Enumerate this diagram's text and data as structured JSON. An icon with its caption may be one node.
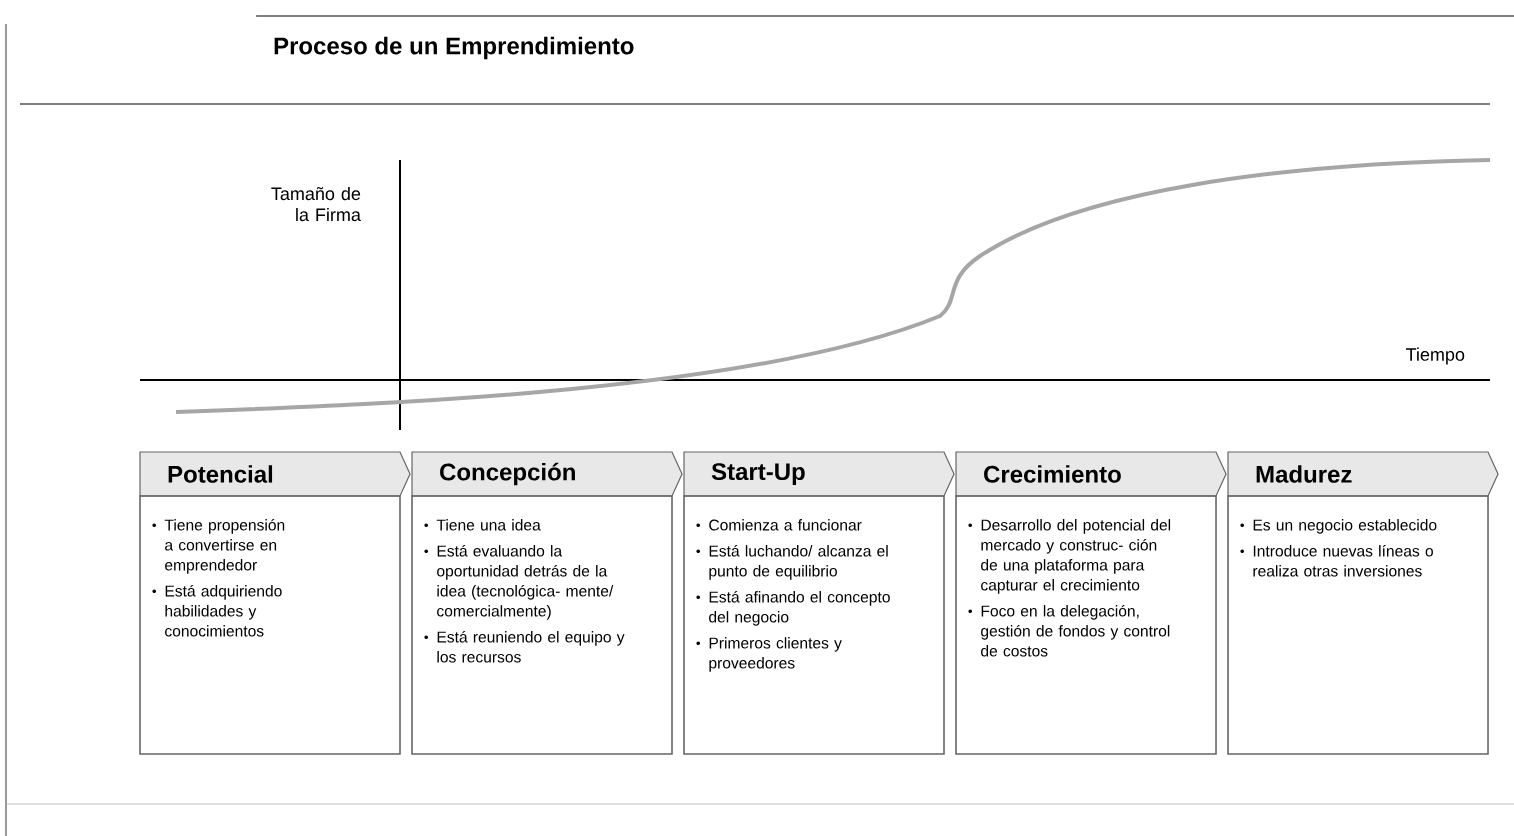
{
  "diagram": {
    "title": "Proceso de un Emprendimiento",
    "nodes": [
      {
        "text": [
          "Potencial"
        ]
      },
      {
        "text": [
          "Tiene propensión a convertirse en emprendedor",
          "Está adquiriendo habilidades y conocimientos"
        ]
      },
      {
        "text": [
          "Concepción"
        ]
      },
      {
        "text": [
          "Tiene una idea",
          "Está evaluando la oportunidad detrás de la idea (tecnológica- mente/ comercialmente)",
          "Está reuniendo el equipo y los recursos"
        ]
      },
      {
        "text": [
          "Start-Up"
        ]
      },
      {
        "text": [
          "Comienza a funcionar",
          "Está luchando/ alcanza el punto de equilibrio",
          "Está afinando el concepto del negocio",
          "Primeros clientes y proveedores"
        ]
      },
      {
        "text": [
          "Crecimiento"
        ]
      },
      {
        "text": [
          "Desarrollo del potencial del mercado y construc- ción de una plataforma para capturar el crecimiento",
          "Foco en la delegación, gestión de fondos y control de costos"
        ]
      },
      {
        "text": [
          "Madurez"
        ]
      },
      {
        "text": [
          "Es un negocio establecido",
          "Introduce nuevas líneas o realiza otras inversiones"
        ]
      }
    ],
    "labels": [
      "Tamaño de la Firma",
      "Tiempo"
    ]
  }
}
